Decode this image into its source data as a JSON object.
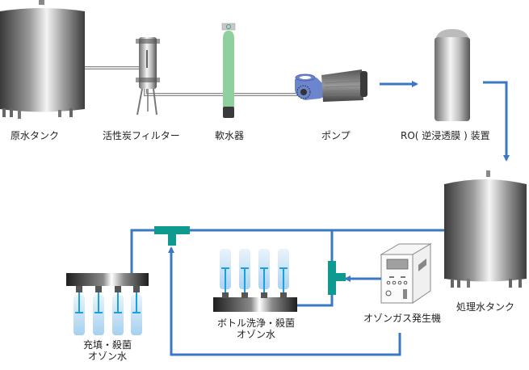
{
  "diagram": {
    "title": "",
    "components": {
      "raw_water_tank": {
        "label": "原水タンク"
      },
      "activated_carbon_filter": {
        "label": "活性炭フィルター"
      },
      "water_softener": {
        "label": "軟水器"
      },
      "pump": {
        "label": "ポンプ"
      },
      "ro_unit": {
        "label": "RO( 逆浸透膜 ) 装置"
      },
      "treated_water_tank": {
        "label": "処理水タンク"
      },
      "ozone_generator": {
        "label": "オゾンガス発生機"
      },
      "bottle_washing": {
        "label_line1": "ボトル洗浄・殺菌",
        "label_line2": "オゾン水"
      },
      "filling": {
        "label_line1": "充填・殺菌",
        "label_line2": "オゾン水"
      }
    },
    "flows": [
      {
        "from": "raw_water_tank",
        "to": "activated_carbon_filter",
        "type": "pipe"
      },
      {
        "from": "activated_carbon_filter",
        "to": "water_softener",
        "type": "pipe"
      },
      {
        "from": "water_softener",
        "to": "pump",
        "type": "pipe"
      },
      {
        "from": "pump",
        "to": "ro_unit",
        "type": "arrow"
      },
      {
        "from": "ro_unit",
        "to": "treated_water_tank",
        "type": "arrow"
      },
      {
        "from": "treated_water_tank",
        "to": "bottle_washing",
        "type": "line"
      },
      {
        "from": "treated_water_tank",
        "to": "filling",
        "type": "line"
      },
      {
        "from": "ozone_generator",
        "to": "bottle_washing",
        "type": "arrow"
      },
      {
        "from": "ozone_generator",
        "to": "filling",
        "type": "arrow"
      }
    ],
    "colors": {
      "flow_line": "#3a78c3",
      "tee_fitting": "#0f9a8f",
      "softener_body": "#8fd19e",
      "pump_body": "#6b86cc",
      "water_jet": "#1a9fe3"
    }
  }
}
